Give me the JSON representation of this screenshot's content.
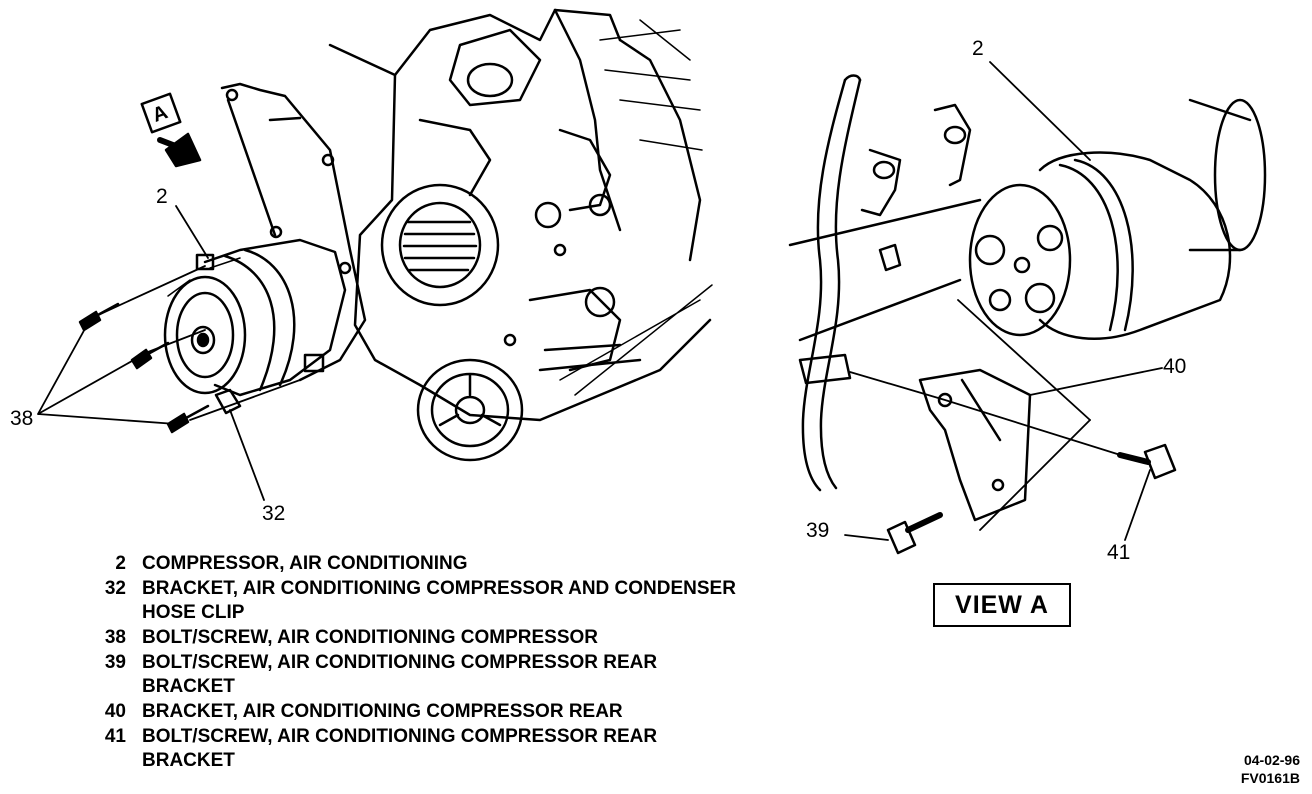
{
  "view_marker": "A",
  "callouts": {
    "compressor_main": "2",
    "compressor_view": "2",
    "bracket_clip": "32",
    "bolt_38": "38",
    "bolt_39": "39",
    "bracket_40": "40",
    "bolt_41": "41"
  },
  "view_label": "VIEW A",
  "legend": [
    {
      "num": "2",
      "text": "COMPRESSOR, AIR CONDITIONING"
    },
    {
      "num": "32",
      "text": "BRACKET, AIR CONDITIONING COMPRESSOR AND CONDENSER HOSE CLIP"
    },
    {
      "num": "38",
      "text": "BOLT/SCREW, AIR CONDITIONING COMPRESSOR"
    },
    {
      "num": "39",
      "text": "BOLT/SCREW, AIR CONDITIONING COMPRESSOR REAR BRACKET"
    },
    {
      "num": "40",
      "text": "BRACKET, AIR CONDITIONING COMPRESSOR REAR"
    },
    {
      "num": "41",
      "text": "BOLT/SCREW, AIR CONDITIONING COMPRESSOR REAR BRACKET"
    }
  ],
  "figure_codes": {
    "date": "04-02-96",
    "id": "FV0161B"
  }
}
